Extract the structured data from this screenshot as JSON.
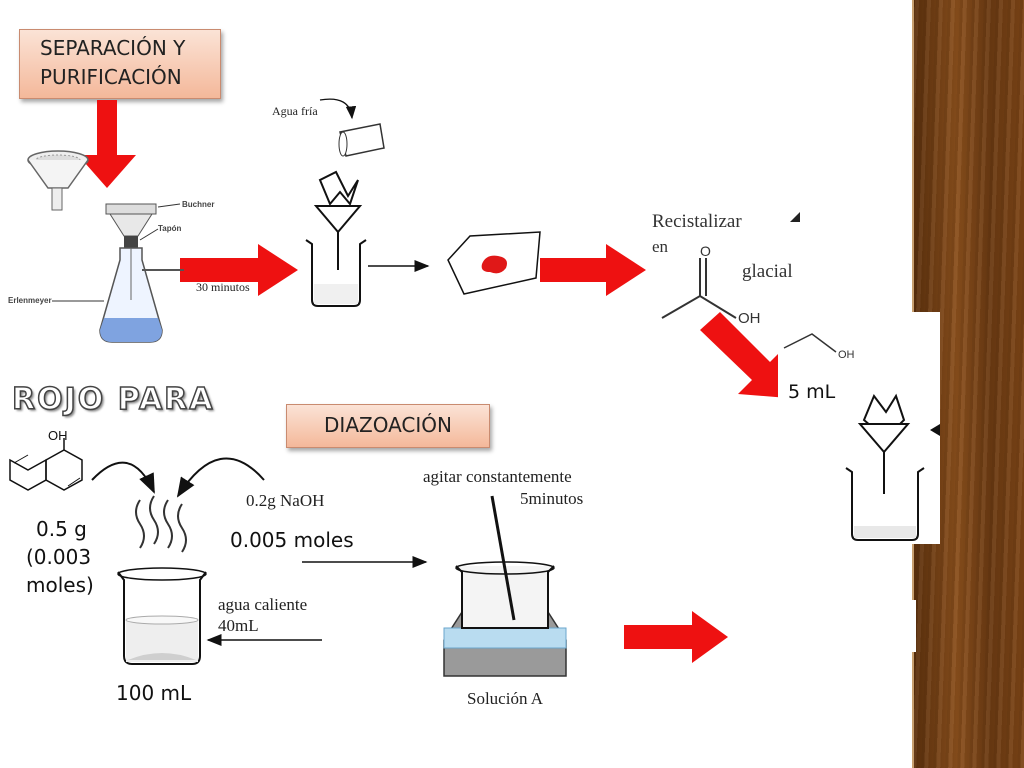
{
  "labels": {
    "separacion_title": "SEPARACIÓN Y PURIFICACIÓN",
    "agua_fria": "Agua fría",
    "buchner": "Buchner",
    "tapon": "Tapón",
    "erlenmeyer": "Erlenmeyer",
    "minutos30": "30 minutos",
    "recristalizar": "Recistalizar",
    "en": "en",
    "glacial": "glacial",
    "oh_acetic": "OH",
    "oh_ethanol": "OH",
    "ml5": "5 mL",
    "rojo_para": "ROJO PARA",
    "diazoacion": "DIAZOACIÓN",
    "oh_naphthol": "OH",
    "g05": "0.5 g",
    "moles_a": "(0.003",
    "moles_b": "moles)",
    "naoh": "0.2g NaOH",
    "moles005": "0.005 moles",
    "agitar_a": "agitar constantemente",
    "agitar_b": "5minutos",
    "agua_caliente_a": "agua caliente",
    "agua_caliente_b": "40mL",
    "ml100": "100 mL",
    "solucion_a": "Solución A"
  },
  "colors": {
    "arrow_red": "#ee1111",
    "tag_fill": "#f4b89a",
    "wood": "#7d4516"
  },
  "icons": [
    "funnel-icon",
    "buchner-flask-icon",
    "beaker-with-filter-icon",
    "filter-paper-icon",
    "acetic-acid-structure-icon",
    "naphthol-structure-icon",
    "ice-bath-beaker-icon",
    "pouring-cup-icon"
  ]
}
